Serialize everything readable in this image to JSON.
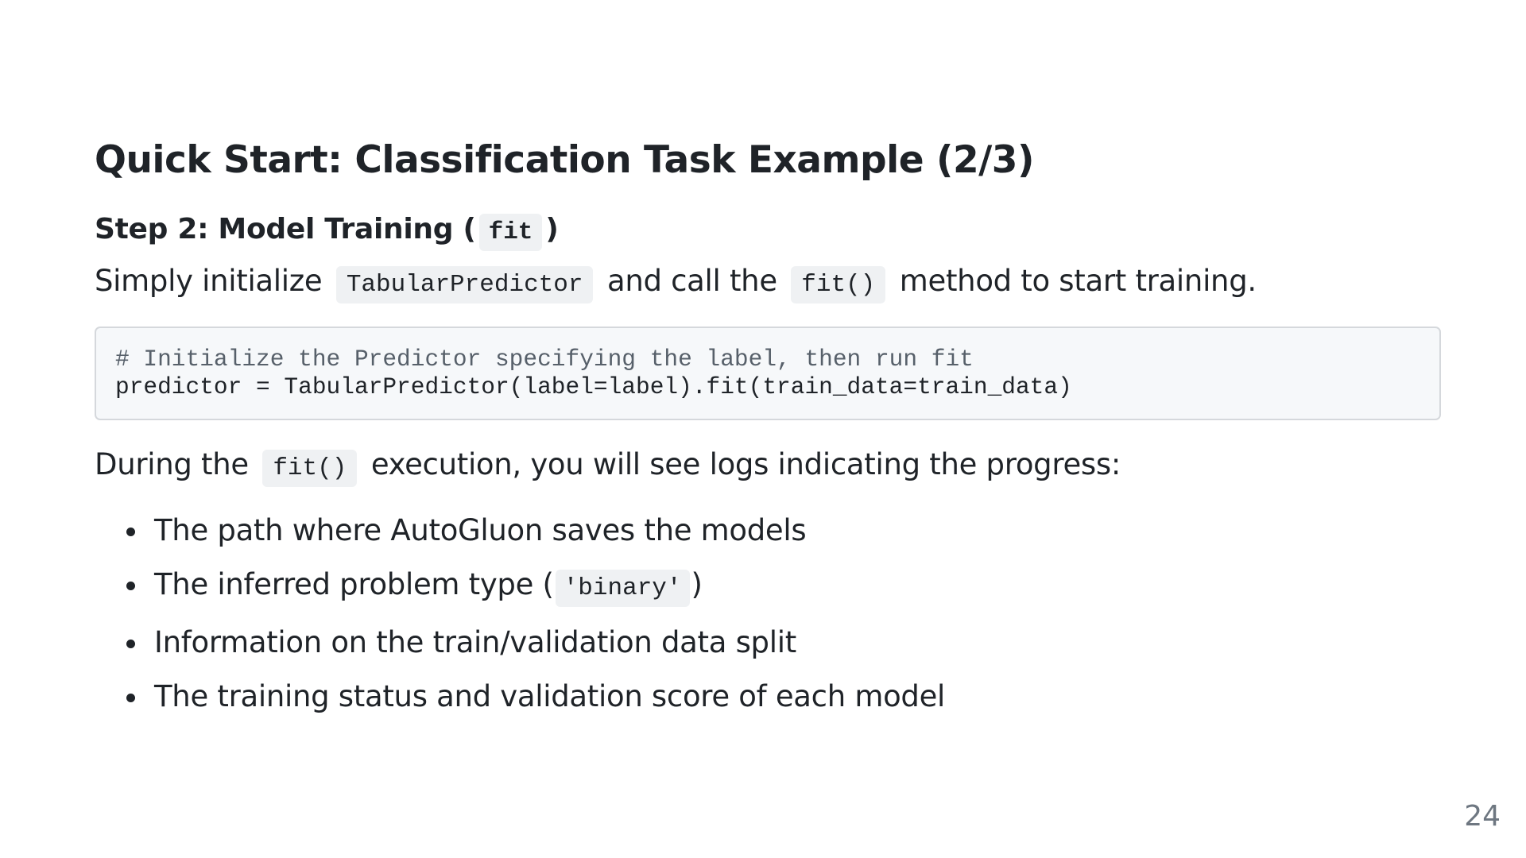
{
  "slide": {
    "title": "Quick Start: Classification Task Example (2/3)",
    "step_heading": {
      "prefix": "Step 2: Model Training (",
      "code": "fit",
      "suffix": ")"
    },
    "intro": {
      "part1": "Simply initialize",
      "code1": "TabularPredictor",
      "part2": "and call the",
      "code2": "fit()",
      "part3": "method to start training."
    },
    "code_block": {
      "comment": "# Initialize the Predictor specifying the label, then run fit",
      "line": "predictor = TabularPredictor(label=label).fit(train_data=train_data)"
    },
    "logs_intro": {
      "part1": "During the",
      "code": "fit()",
      "part2": "execution, you will see logs indicating the progress:"
    },
    "bullets": [
      {
        "text": "The path where AutoGluon saves the models"
      },
      {
        "text": "The inferred problem type (",
        "code": "'binary'",
        "suffix": ")"
      },
      {
        "text": "Information on the train/validation data split"
      },
      {
        "text": "The training status and validation score of each model"
      }
    ],
    "page_number": "24"
  }
}
